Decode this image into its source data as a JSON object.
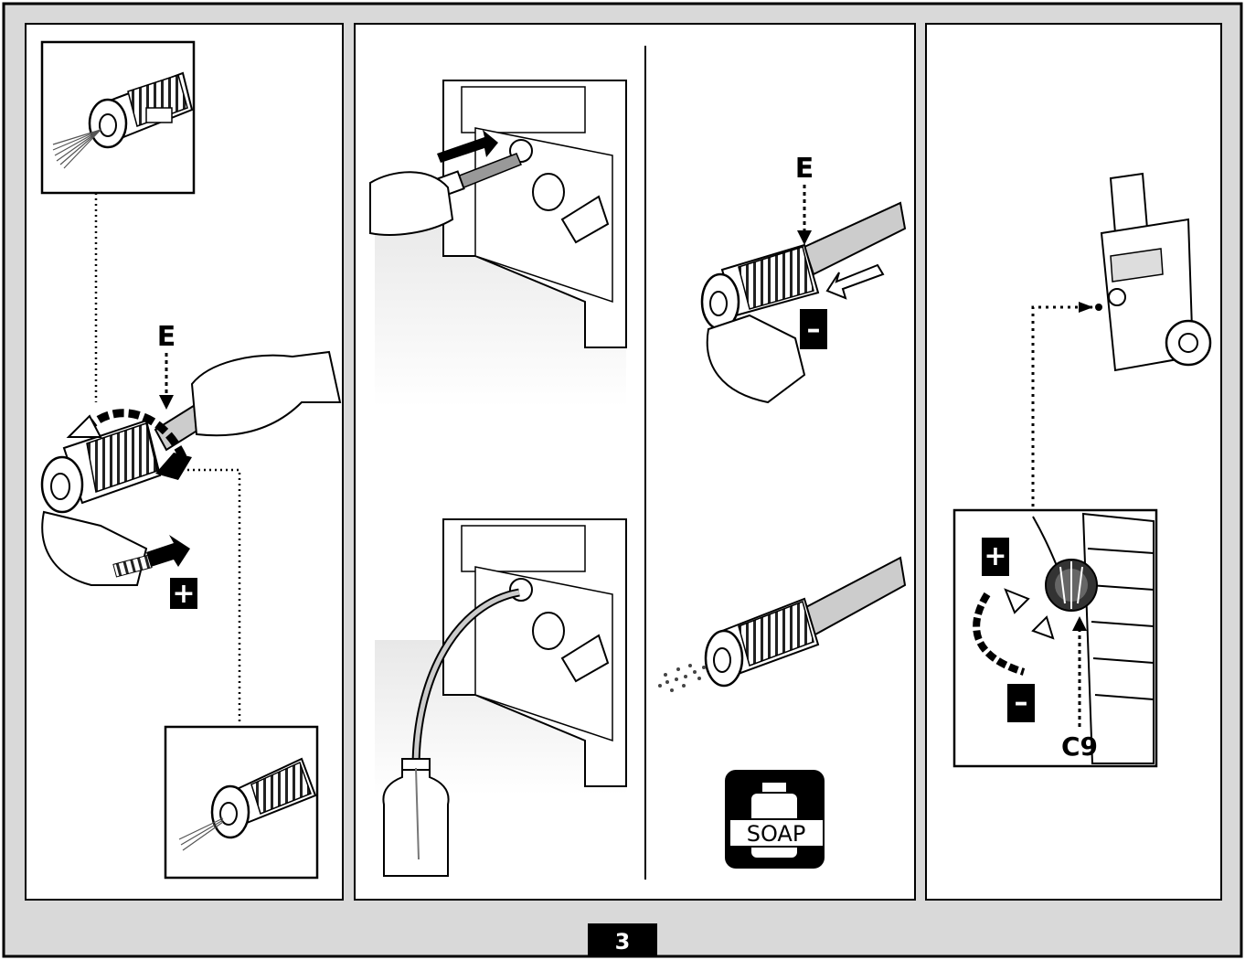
{
  "labels": {
    "e_left": "E",
    "e_mid": "E",
    "c9": "C9",
    "soap": "SOAP",
    "page_number": "3"
  },
  "symbols": {
    "plus": "+",
    "minus": "–"
  },
  "colors": {
    "frame_bg": "#d9d9d9",
    "panel_bg": "#ffffff",
    "ink": "#000000",
    "shade": "#e6e6e6"
  },
  "icons": {
    "nozzle": "nozzle-icon",
    "hand": "hand-icon",
    "machine": "pressure-washer-icon",
    "bottle": "detergent-bottle-icon",
    "knob": "pressure-knob-icon"
  }
}
